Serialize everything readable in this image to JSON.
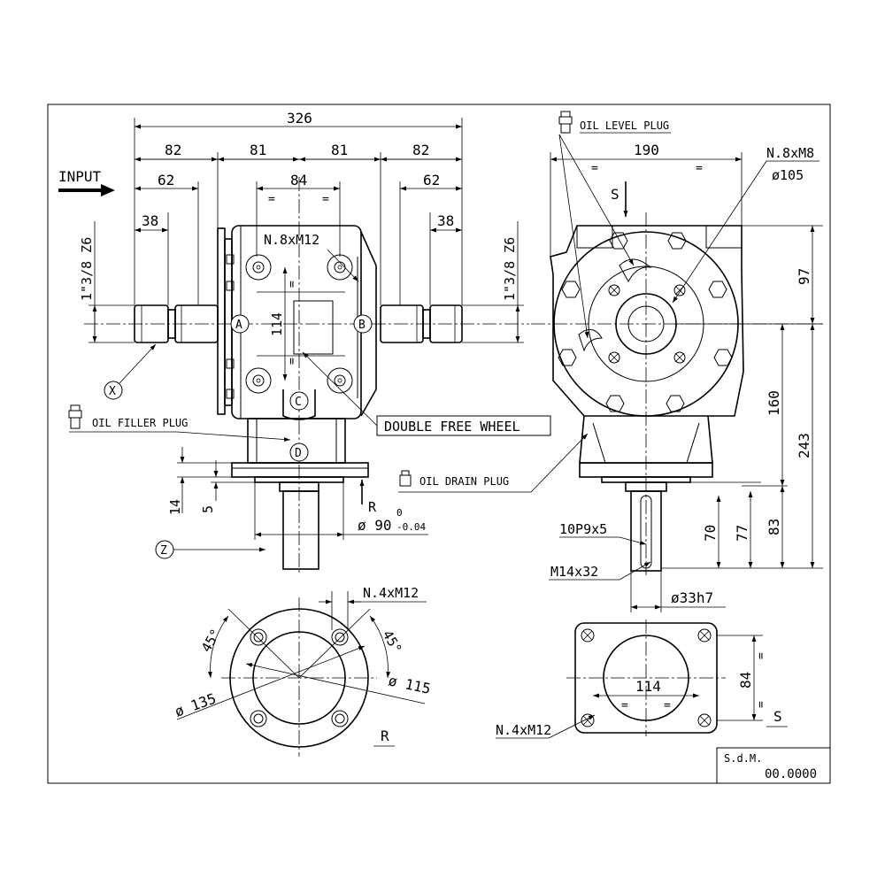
{
  "dimensions": {
    "overall_width": "326",
    "seg_left_outer": "82",
    "seg_left_inner": "81",
    "seg_right_inner": "81",
    "seg_right_outer": "82",
    "flange_pitch_left": "84",
    "shaft_left": "62",
    "shaft_right": "62",
    "spline_left": "38",
    "spline_right": "38",
    "thread_left": "1\"3/8 Z6",
    "thread_right": "1\"3/8 Z6",
    "bolt_top": "N.8xM12",
    "height_114": "114",
    "base_14": "14",
    "base_5": "5",
    "dia_90": "ø 90",
    "dia_90_tol_upper": "0",
    "dia_90_tol_lower": "-0.04",
    "side_width": "190",
    "side_bolts": "N.8xM8",
    "side_pcd": "ø105",
    "side_97": "97",
    "side_160": "160",
    "side_243": "243",
    "side_70": "70",
    "side_77": "77",
    "side_83": "83",
    "keyway": "10P9x5",
    "output_thread": "M14x32",
    "output_dia": "ø33h7",
    "round_bolts": "N.4xM12",
    "angle_left": "45°",
    "angle_right": "45°",
    "round_outer": "ø 135",
    "round_inner": "ø 115",
    "sq_width": "114",
    "sq_height": "84",
    "sq_bolts": "N.4xM12",
    "equal_mark": "="
  },
  "labels": {
    "input": "INPUT",
    "oil_level_plug": "OIL LEVEL PLUG",
    "oil_filler_plug": "OIL FILLER PLUG",
    "oil_drain_plug": "OIL DRAIN PLUG",
    "double_free_wheel": "DOUBLE FREE WHEEL",
    "marker_a": "A",
    "marker_b": "B",
    "marker_c": "C",
    "marker_d": "D",
    "marker_x": "X",
    "marker_z": "Z",
    "view_r": "R",
    "view_s": "S",
    "view_r_bottom": "R",
    "view_s_bottom": "S"
  },
  "title_block": {
    "company": "S.d.M.",
    "number": "00.0000"
  }
}
